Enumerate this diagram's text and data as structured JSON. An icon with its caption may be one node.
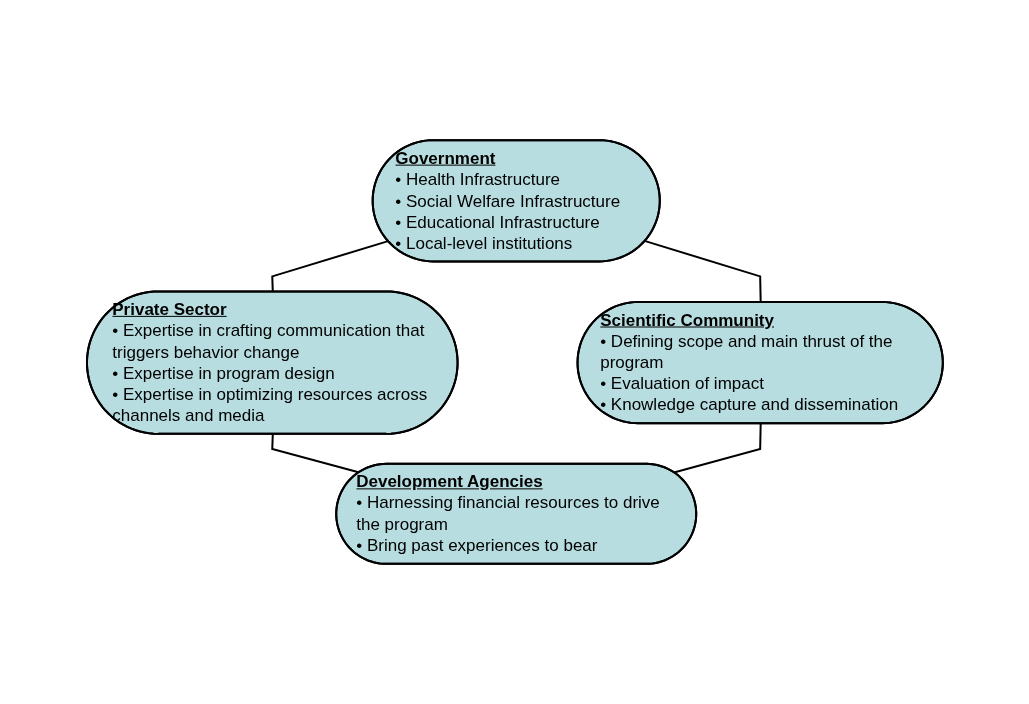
{
  "diagram": {
    "nodes": [
      {
        "text": [
          "Government",
          "• Health Infrastructure",
          "• Social Welfare Infrastructure",
          "• Educational Infrastructure",
          "• Local-level institutions"
        ]
      },
      {
        "text": [
          "Private Sector",
          "• Expertise in crafting communication that triggers behavior change",
          "• Expertise in program design",
          "• Expertise in optimizing resources across channels and media"
        ]
      },
      {
        "text": [
          "Scientific Community",
          "• Defining scope and main thrust of the program",
          "• Evaluation of impact",
          "• Knowledge capture and dissemination"
        ]
      },
      {
        "text": [
          "Development Agencies",
          "• Harnessing financial resources to drive the program",
          "• Bring past experiences to bear"
        ]
      }
    ],
    "edges": [
      {
        "from": 0,
        "to": 1,
        "arrow": "none"
      },
      {
        "from": 0,
        "to": 2,
        "arrow": "none"
      },
      {
        "from": 1,
        "to": 3,
        "arrow": "none"
      },
      {
        "from": 2,
        "to": 3,
        "arrow": "none"
      }
    ]
  }
}
